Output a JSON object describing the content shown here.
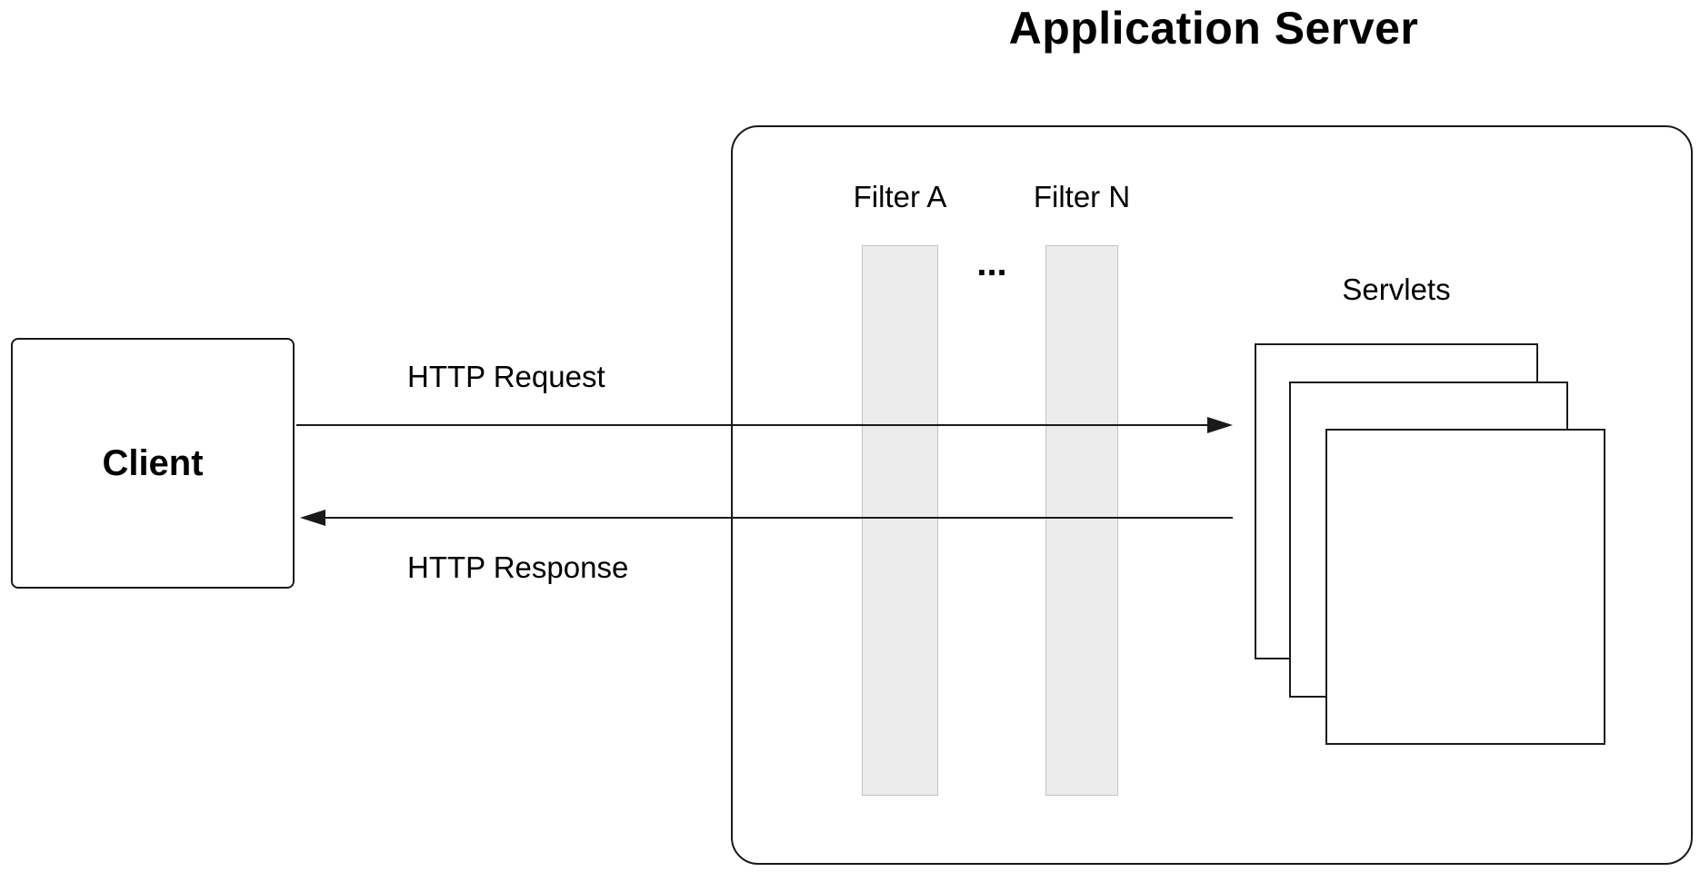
{
  "title": "Application Server",
  "client": {
    "label": "Client"
  },
  "filters": {
    "filter_a_label": "Filter A",
    "filter_n_label": "Filter N",
    "ellipsis": "..."
  },
  "servlets": {
    "label": "Servlets"
  },
  "arrows": {
    "request_label": "HTTP Request",
    "response_label": "HTTP Response"
  },
  "colors": {
    "background": "#ffffff",
    "border": "#1a1a1a",
    "filter_bar_fill": "#ececec",
    "text": "#000000"
  }
}
